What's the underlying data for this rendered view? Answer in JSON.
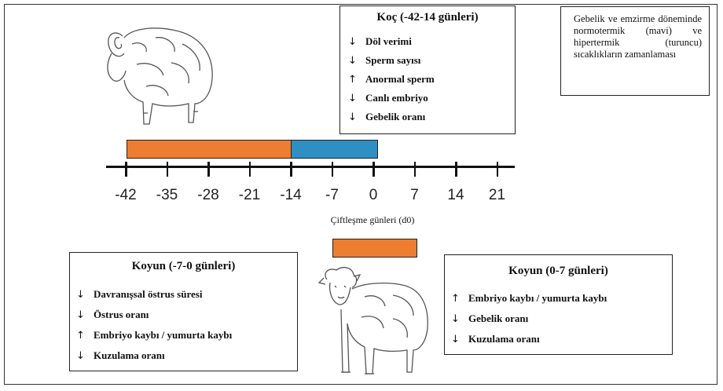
{
  "ram_box": {
    "title": "Koç (-42-14 günleri)",
    "items": [
      {
        "arrow": "↓",
        "text": "Döl verimi"
      },
      {
        "arrow": "↓",
        "text": "Sperm sayısı"
      },
      {
        "arrow": "↑",
        "text": "Anormal sperm"
      },
      {
        "arrow": "↓",
        "text": "Canlı embriyo"
      },
      {
        "arrow": "↓",
        "text": "Gebelik oranı"
      }
    ]
  },
  "legend_note": "Gebelik ve emzirme döneminde normotermik (mavi) ve hipertermik (turuncu) sıcaklıkların zamanlaması",
  "timeline": {
    "ticks": [
      "-42",
      "-35",
      "-28",
      "-21",
      "-14",
      "-7",
      "0",
      "7",
      "14",
      "21"
    ],
    "axis_title": "Çiftleşme günleri (d0)",
    "colors": {
      "hyperthermic": "#ED7D31",
      "normothermic": "#2E8FC4"
    }
  },
  "ewe_pre_box": {
    "title": "Koyun (-7-0  günleri)",
    "items": [
      {
        "arrow": "↓",
        "text": "Davranışsal östrus süresi"
      },
      {
        "arrow": "↓",
        "text": "Östrus oranı"
      },
      {
        "arrow": "↑",
        "text": "Embriyo kaybı / yumurta kaybı"
      },
      {
        "arrow": "↓",
        "text": "Kuzulama oranı"
      }
    ]
  },
  "ewe_post_box": {
    "title": "Koyun (0-7 günleri)",
    "items": [
      {
        "arrow": "↑",
        "text": "Embriyo kaybı / yumurta kaybı"
      },
      {
        "arrow": "↓",
        "text": "Gebelik oranı"
      },
      {
        "arrow": "↓",
        "text": "Kuzulama oranı"
      }
    ]
  }
}
